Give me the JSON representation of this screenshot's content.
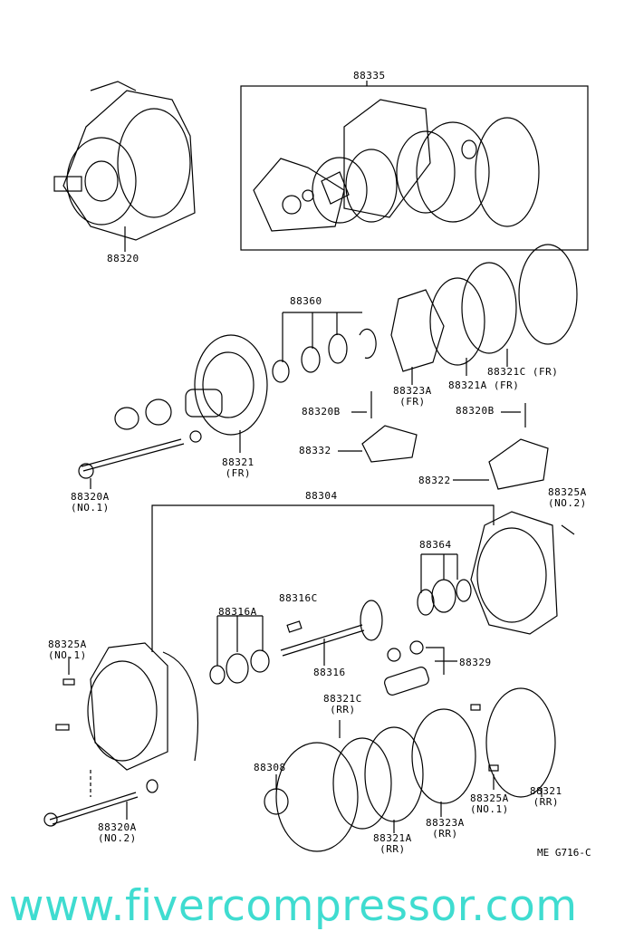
{
  "title": "Compressor exploded parts diagram",
  "diagram_code": "ME G716-C",
  "watermark": "www.fivercompressor.com",
  "parts": [
    {
      "id": "p88335",
      "label": "88335"
    },
    {
      "id": "p88320",
      "label": "88320"
    },
    {
      "id": "p88360",
      "label": "88360"
    },
    {
      "id": "p88323a_fr",
      "label": "88323A",
      "sub": "(FR)"
    },
    {
      "id": "p88321a_fr",
      "label": "88321A (FR)"
    },
    {
      "id": "p88321c_fr",
      "label": "88321C (FR)"
    },
    {
      "id": "p88320b_1",
      "label": "88320B"
    },
    {
      "id": "p88320b_2",
      "label": "88320B"
    },
    {
      "id": "p88332",
      "label": "88332"
    },
    {
      "id": "p88321_fr",
      "label": "88321",
      "sub": "(FR)"
    },
    {
      "id": "p88322",
      "label": "88322"
    },
    {
      "id": "p88320a_1",
      "label": "88320A",
      "sub": "(NO.1)"
    },
    {
      "id": "p88304",
      "label": "88304"
    },
    {
      "id": "p88325a_2",
      "label": "88325A",
      "sub": "(NO.2)"
    },
    {
      "id": "p88364",
      "label": "88364"
    },
    {
      "id": "p88316c",
      "label": "88316C"
    },
    {
      "id": "p88316a",
      "label": "88316A"
    },
    {
      "id": "p88325a_1",
      "label": "88325A",
      "sub": "(NO.1)"
    },
    {
      "id": "p88316",
      "label": "88316"
    },
    {
      "id": "p88329",
      "label": "88329"
    },
    {
      "id": "p88321c_rr",
      "label": "88321C",
      "sub": "(RR)"
    },
    {
      "id": "p88308",
      "label": "88308"
    },
    {
      "id": "p88325a_1b",
      "label": "88325A",
      "sub": "(NO.1)"
    },
    {
      "id": "p88321_rr",
      "label": "88321",
      "sub": "(RR)"
    },
    {
      "id": "p88320a_2",
      "label": "88320A",
      "sub": "(NO.2)"
    },
    {
      "id": "p88321a_rr",
      "label": "88321A",
      "sub": "(RR)"
    },
    {
      "id": "p88323a_rr",
      "label": "88323A",
      "sub": "(RR)"
    }
  ]
}
